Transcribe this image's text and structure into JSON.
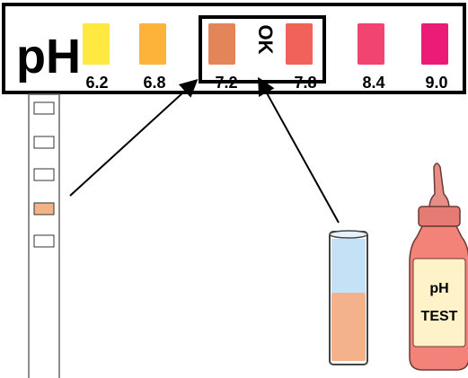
{
  "chart_title": "pH",
  "scale": [
    {
      "value": "6.2",
      "color": "#fde93f"
    },
    {
      "value": "6.8",
      "color": "#fdb23a"
    },
    {
      "value": "7.2",
      "color": "#e38459"
    },
    {
      "value": "7.8",
      "color": "#f0625a"
    },
    {
      "value": "8.4",
      "color": "#f24470"
    },
    {
      "value": "9.0",
      "color": "#ec1b78"
    }
  ],
  "ok_label": "OK",
  "strip": {
    "pad_count": 5,
    "active_pad_index": 3,
    "active_pad_color": "#f2b487"
  },
  "vial": {
    "liquid_color": "#f3b28c",
    "top_color": "#c5e1f6"
  },
  "bottle": {
    "label_line1": "pH",
    "label_line2": "TEST",
    "body_color": "#f3827b",
    "label_color": "#fdf2c8"
  }
}
